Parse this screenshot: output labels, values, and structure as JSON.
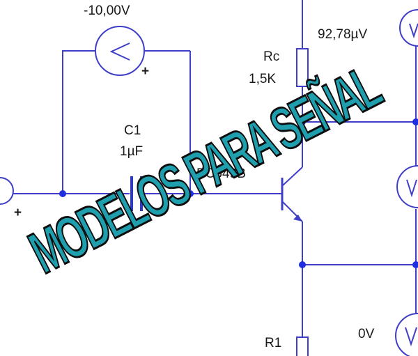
{
  "labels": {
    "voltmeter_top_reading": "-10,00V",
    "voltmeter_right_top_reading": "92,78µV",
    "voltmeter_right_bottom_reading": "0V",
    "resistor_rc_name": "Rc",
    "resistor_rc_value": "1,5K",
    "capacitor_name": "C1",
    "capacitor_value": "1µF",
    "transistor_model": "BC549B",
    "resistor_r1_name": "R1",
    "plus_sign": "+"
  },
  "banner": {
    "text": "MODELOS PARA SEÑAL"
  },
  "colors": {
    "wire": "#3e3ec8",
    "node": "#1f2fe0",
    "banner_fill": "#1f9fae",
    "banner_outline": "#0d0d0d"
  }
}
